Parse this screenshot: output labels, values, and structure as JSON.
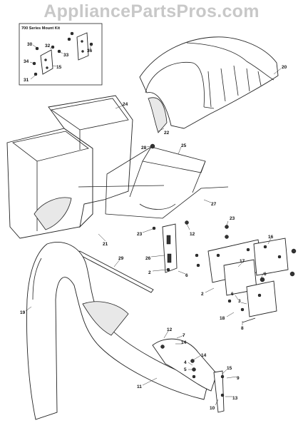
{
  "watermark": "AppliancePartsPros.com",
  "inset": {
    "title": "700 Series Mount Kit",
    "callouts": [
      {
        "id": "i30",
        "label": "30"
      },
      {
        "id": "i32",
        "label": "32"
      },
      {
        "id": "i33",
        "label": "33"
      },
      {
        "id": "i36",
        "label": "36"
      },
      {
        "id": "i34",
        "label": "34"
      },
      {
        "id": "i15",
        "label": "15"
      },
      {
        "id": "i31",
        "label": "31"
      }
    ]
  },
  "callouts": [
    {
      "id": "c20",
      "label": "20"
    },
    {
      "id": "c24",
      "label": "24"
    },
    {
      "id": "c22",
      "label": "22"
    },
    {
      "id": "c28",
      "label": "28"
    },
    {
      "id": "c25",
      "label": "25"
    },
    {
      "id": "c27",
      "label": "27"
    },
    {
      "id": "c21",
      "label": "21"
    },
    {
      "id": "c23a",
      "label": "23"
    },
    {
      "id": "c23b",
      "label": "23"
    },
    {
      "id": "c12a",
      "label": "12"
    },
    {
      "id": "c26",
      "label": "26"
    },
    {
      "id": "c2a",
      "label": "2"
    },
    {
      "id": "c6a",
      "label": "6"
    },
    {
      "id": "c16",
      "label": "16"
    },
    {
      "id": "c17",
      "label": "17"
    },
    {
      "id": "c6b",
      "label": "6"
    },
    {
      "id": "c2b",
      "label": "2"
    },
    {
      "id": "c6c",
      "label": "6"
    },
    {
      "id": "c3",
      "label": "3"
    },
    {
      "id": "c18",
      "label": "18"
    },
    {
      "id": "c8",
      "label": "8"
    },
    {
      "id": "c29",
      "label": "29"
    },
    {
      "id": "c19",
      "label": "19"
    },
    {
      "id": "c12b",
      "label": "12"
    },
    {
      "id": "c7",
      "label": "7"
    },
    {
      "id": "c14a",
      "label": "14"
    },
    {
      "id": "c14b",
      "label": "14"
    },
    {
      "id": "c4",
      "label": "4"
    },
    {
      "id": "c5",
      "label": "5"
    },
    {
      "id": "c15",
      "label": "15"
    },
    {
      "id": "c9",
      "label": "9"
    },
    {
      "id": "c11",
      "label": "11"
    },
    {
      "id": "c10",
      "label": "10"
    },
    {
      "id": "c13",
      "label": "13"
    }
  ]
}
